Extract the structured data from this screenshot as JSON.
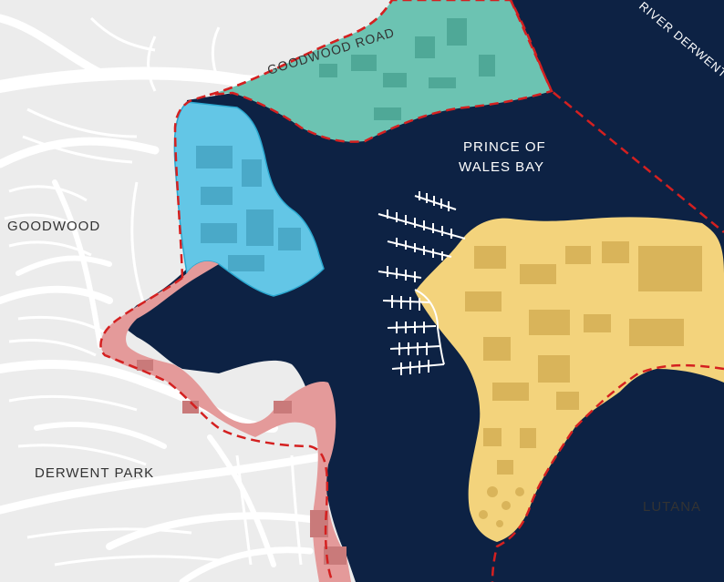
{
  "labels": {
    "goodwood": "GOODWOOD",
    "goodwood_road": "GOODWOOD ROAD",
    "river_derwent": "RIVER DERWENT",
    "bay_line1": "PRINCE OF",
    "bay_line2": "WALES BAY",
    "derwent_park": "DERWENT PARK",
    "lutana": "LUTANA"
  },
  "colors": {
    "land": "#ececec",
    "roads": "#ffffff",
    "water": "#0d2244",
    "zone_teal": "#6cc3b2",
    "zone_blue": "#63c6e6",
    "zone_pink": "#e49a9a",
    "zone_yellow": "#f3d37c",
    "boundary": "#d42020",
    "marina": "#ffffff"
  },
  "icons": {
    "marina_jetties": "marina-jetty-icon"
  }
}
